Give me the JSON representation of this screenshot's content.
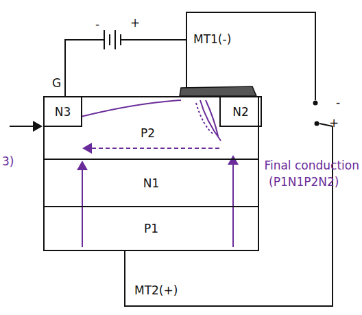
{
  "diagram": {
    "nodes": [
      {
        "text": [
          "P2"
        ]
      },
      {
        "text": [
          "N3"
        ],
        "in": 0
      },
      {
        "text": [
          "N2"
        ],
        "in": 0
      },
      {
        "text": [
          "N1"
        ]
      },
      {
        "text": [
          "P1"
        ]
      }
    ],
    "labels": [
      "G",
      "-",
      "+",
      "MT1(-)",
      "-",
      "+",
      "Final conduction",
      "(P1N1P2N2)",
      "MT2(+)",
      "3)"
    ]
  }
}
